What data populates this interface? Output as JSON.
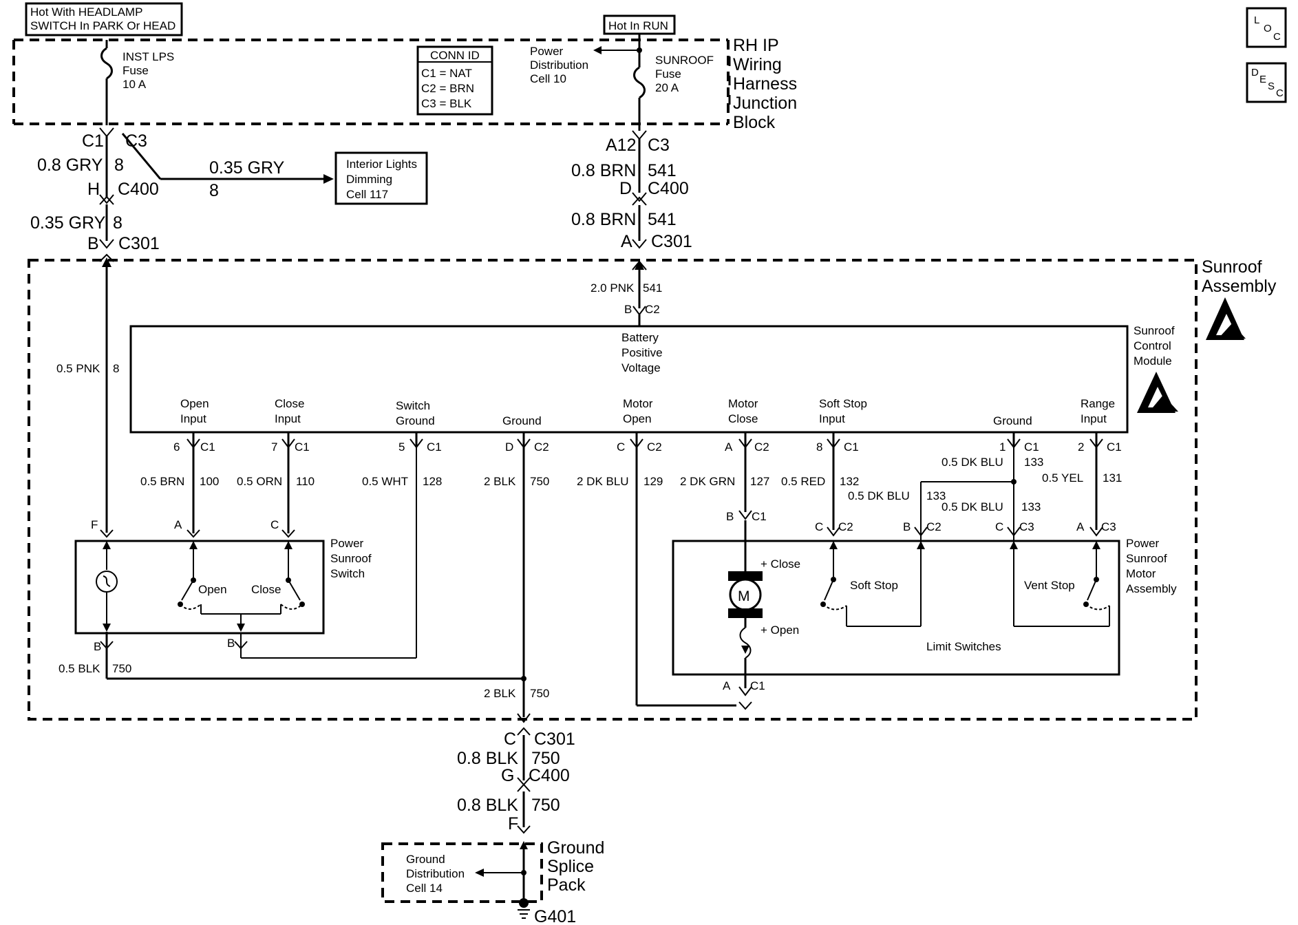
{
  "top": {
    "headlamp_power": [
      "Hot With HEADLAMP",
      "SWITCH In PARK Or HEAD"
    ],
    "run_power": "Hot In RUN"
  },
  "junction_block": {
    "name": [
      "RH IP",
      "Wiring",
      "Harness",
      "Junction",
      "Block"
    ],
    "conn_id": {
      "title": "CONN ID",
      "rows": [
        "C1 = NAT",
        "C2 = BRN",
        "C3 = BLK"
      ]
    },
    "fuse_left": [
      "INST LPS",
      "Fuse",
      "10 A"
    ],
    "fuse_right": [
      "SUNROOF",
      "Fuse",
      "20 A"
    ],
    "power_dist_ref": [
      "Power",
      "Distribution",
      "Cell 10"
    ]
  },
  "left_harness": {
    "c1": "C1",
    "c3": "C3",
    "wire_upper": "0.8 GRY",
    "circuit_upper": "8",
    "h": "H",
    "c400": "C400",
    "branch_wire": "0.35 GRY",
    "branch_circuit": "8",
    "wire_lower": "0.35 GRY",
    "circuit_lower": "8",
    "b": "B",
    "c301": "C301"
  },
  "interior_lights_ref": [
    "Interior Lights",
    "Dimming",
    "Cell 117"
  ],
  "right_harness": {
    "a12": "A12",
    "c3": "C3",
    "wire_upper": "0.8 BRN",
    "circuit_upper": "541",
    "d": "D",
    "c400": "C400",
    "wire_lower": "0.8 BRN",
    "circuit_lower": "541",
    "a": "A",
    "c301": "C301"
  },
  "sunroof_assembly": {
    "label": [
      "Sunroof",
      "Assembly"
    ],
    "feed_wire": "2.0 PNK",
    "feed_circuit": "541",
    "feed_pin": "B",
    "feed_conn": "C2",
    "left_wire": "0.5 PNK",
    "left_circuit": "8"
  },
  "control_module": {
    "label": [
      "Sunroof",
      "Control",
      "Module"
    ],
    "battery_label": [
      "Battery",
      "Positive",
      "Voltage"
    ],
    "inputs": [
      {
        "name": [
          "Open",
          "Input"
        ],
        "pin": "6",
        "conn": "C1",
        "wire": "0.5 BRN",
        "circuit": "100"
      },
      {
        "name": [
          "Close",
          "Input"
        ],
        "pin": "7",
        "conn": "C1",
        "wire": "0.5 ORN",
        "circuit": "110"
      },
      {
        "name": [
          "Switch",
          "Ground"
        ],
        "pin": "5",
        "conn": "C1",
        "wire": "0.5 WHT",
        "circuit": "128"
      },
      {
        "name": [
          "Ground"
        ],
        "pin": "D",
        "conn": "C2",
        "wire": "2 BLK",
        "circuit": "750"
      },
      {
        "name": [
          "Motor",
          "Open"
        ],
        "pin": "C",
        "conn": "C2",
        "wire": "2 DK BLU",
        "circuit": "129"
      },
      {
        "name": [
          "Motor",
          "Close"
        ],
        "pin": "A",
        "conn": "C2",
        "wire": "2 DK GRN",
        "circuit": "127"
      },
      {
        "name": [
          "Soft Stop",
          "Input"
        ],
        "pin": "8",
        "conn": "C1",
        "wire": "0.5 RED",
        "circuit": "132"
      },
      {
        "name": [
          "Ground"
        ],
        "pin": "1",
        "conn": "C1",
        "wire": "0.5 DK BLU",
        "circuit": "133"
      },
      {
        "name": [
          "Range",
          "Input"
        ],
        "pin": "2",
        "conn": "C1",
        "wire": "0.5 YEL",
        "circuit": "131"
      }
    ]
  },
  "switch": {
    "label": [
      "Power",
      "Sunroof",
      "Switch"
    ],
    "pin_f": "F",
    "pin_a": "A",
    "pin_c": "C",
    "pin_b": "B",
    "pin_b2": "B",
    "open": "Open",
    "close": "Close",
    "gnd_wire": "0.5 BLK",
    "gnd_circuit": "750"
  },
  "motor_assembly": {
    "label": [
      "Power",
      "Sunroof",
      "Motor",
      "Assembly"
    ],
    "motor": "M",
    "close_label": "+ Close",
    "open_label": "+ Open",
    "soft_stop": "Soft Stop",
    "vent_stop": "Vent Stop",
    "limit_switches": "Limit Switches",
    "pin_b": "B",
    "conn_c1_top": "C1",
    "pin_c_soft": "C",
    "conn_c2_soft": "C2",
    "pin_b_c2": "B",
    "conn_c2_b": "C2",
    "pin_c_c3": "C",
    "conn_c3_c": "C3",
    "pin_a_c3": "A",
    "conn_c3_a": "C3",
    "pin_a_bottom": "A",
    "conn_c1_bottom": "C1",
    "dkblu_upper": "0.5 DK BLU",
    "dkblu_upper_ckt": "133",
    "dkblu_lower": "0.5 DK BLU",
    "dkblu_lower_ckt": "133"
  },
  "ground_path": {
    "inner_wire": "2 BLK",
    "inner_circuit": "750",
    "pin_c": "C",
    "c301": "C301",
    "wire1": "0.8 BLK",
    "ckt1": "750",
    "pin_g": "G",
    "c400": "C400",
    "wire2": "0.8 BLK",
    "ckt2": "750",
    "pin_f": "F",
    "splice_pack": [
      "Ground",
      "Splice",
      "Pack"
    ],
    "ground_dist_ref": [
      "Ground",
      "Distribution",
      "Cell 14"
    ],
    "ground_point": "G401"
  },
  "icons": {
    "loc": [
      "L",
      "O",
      "C"
    ],
    "desc": [
      "D",
      "E",
      "S",
      "C"
    ]
  }
}
